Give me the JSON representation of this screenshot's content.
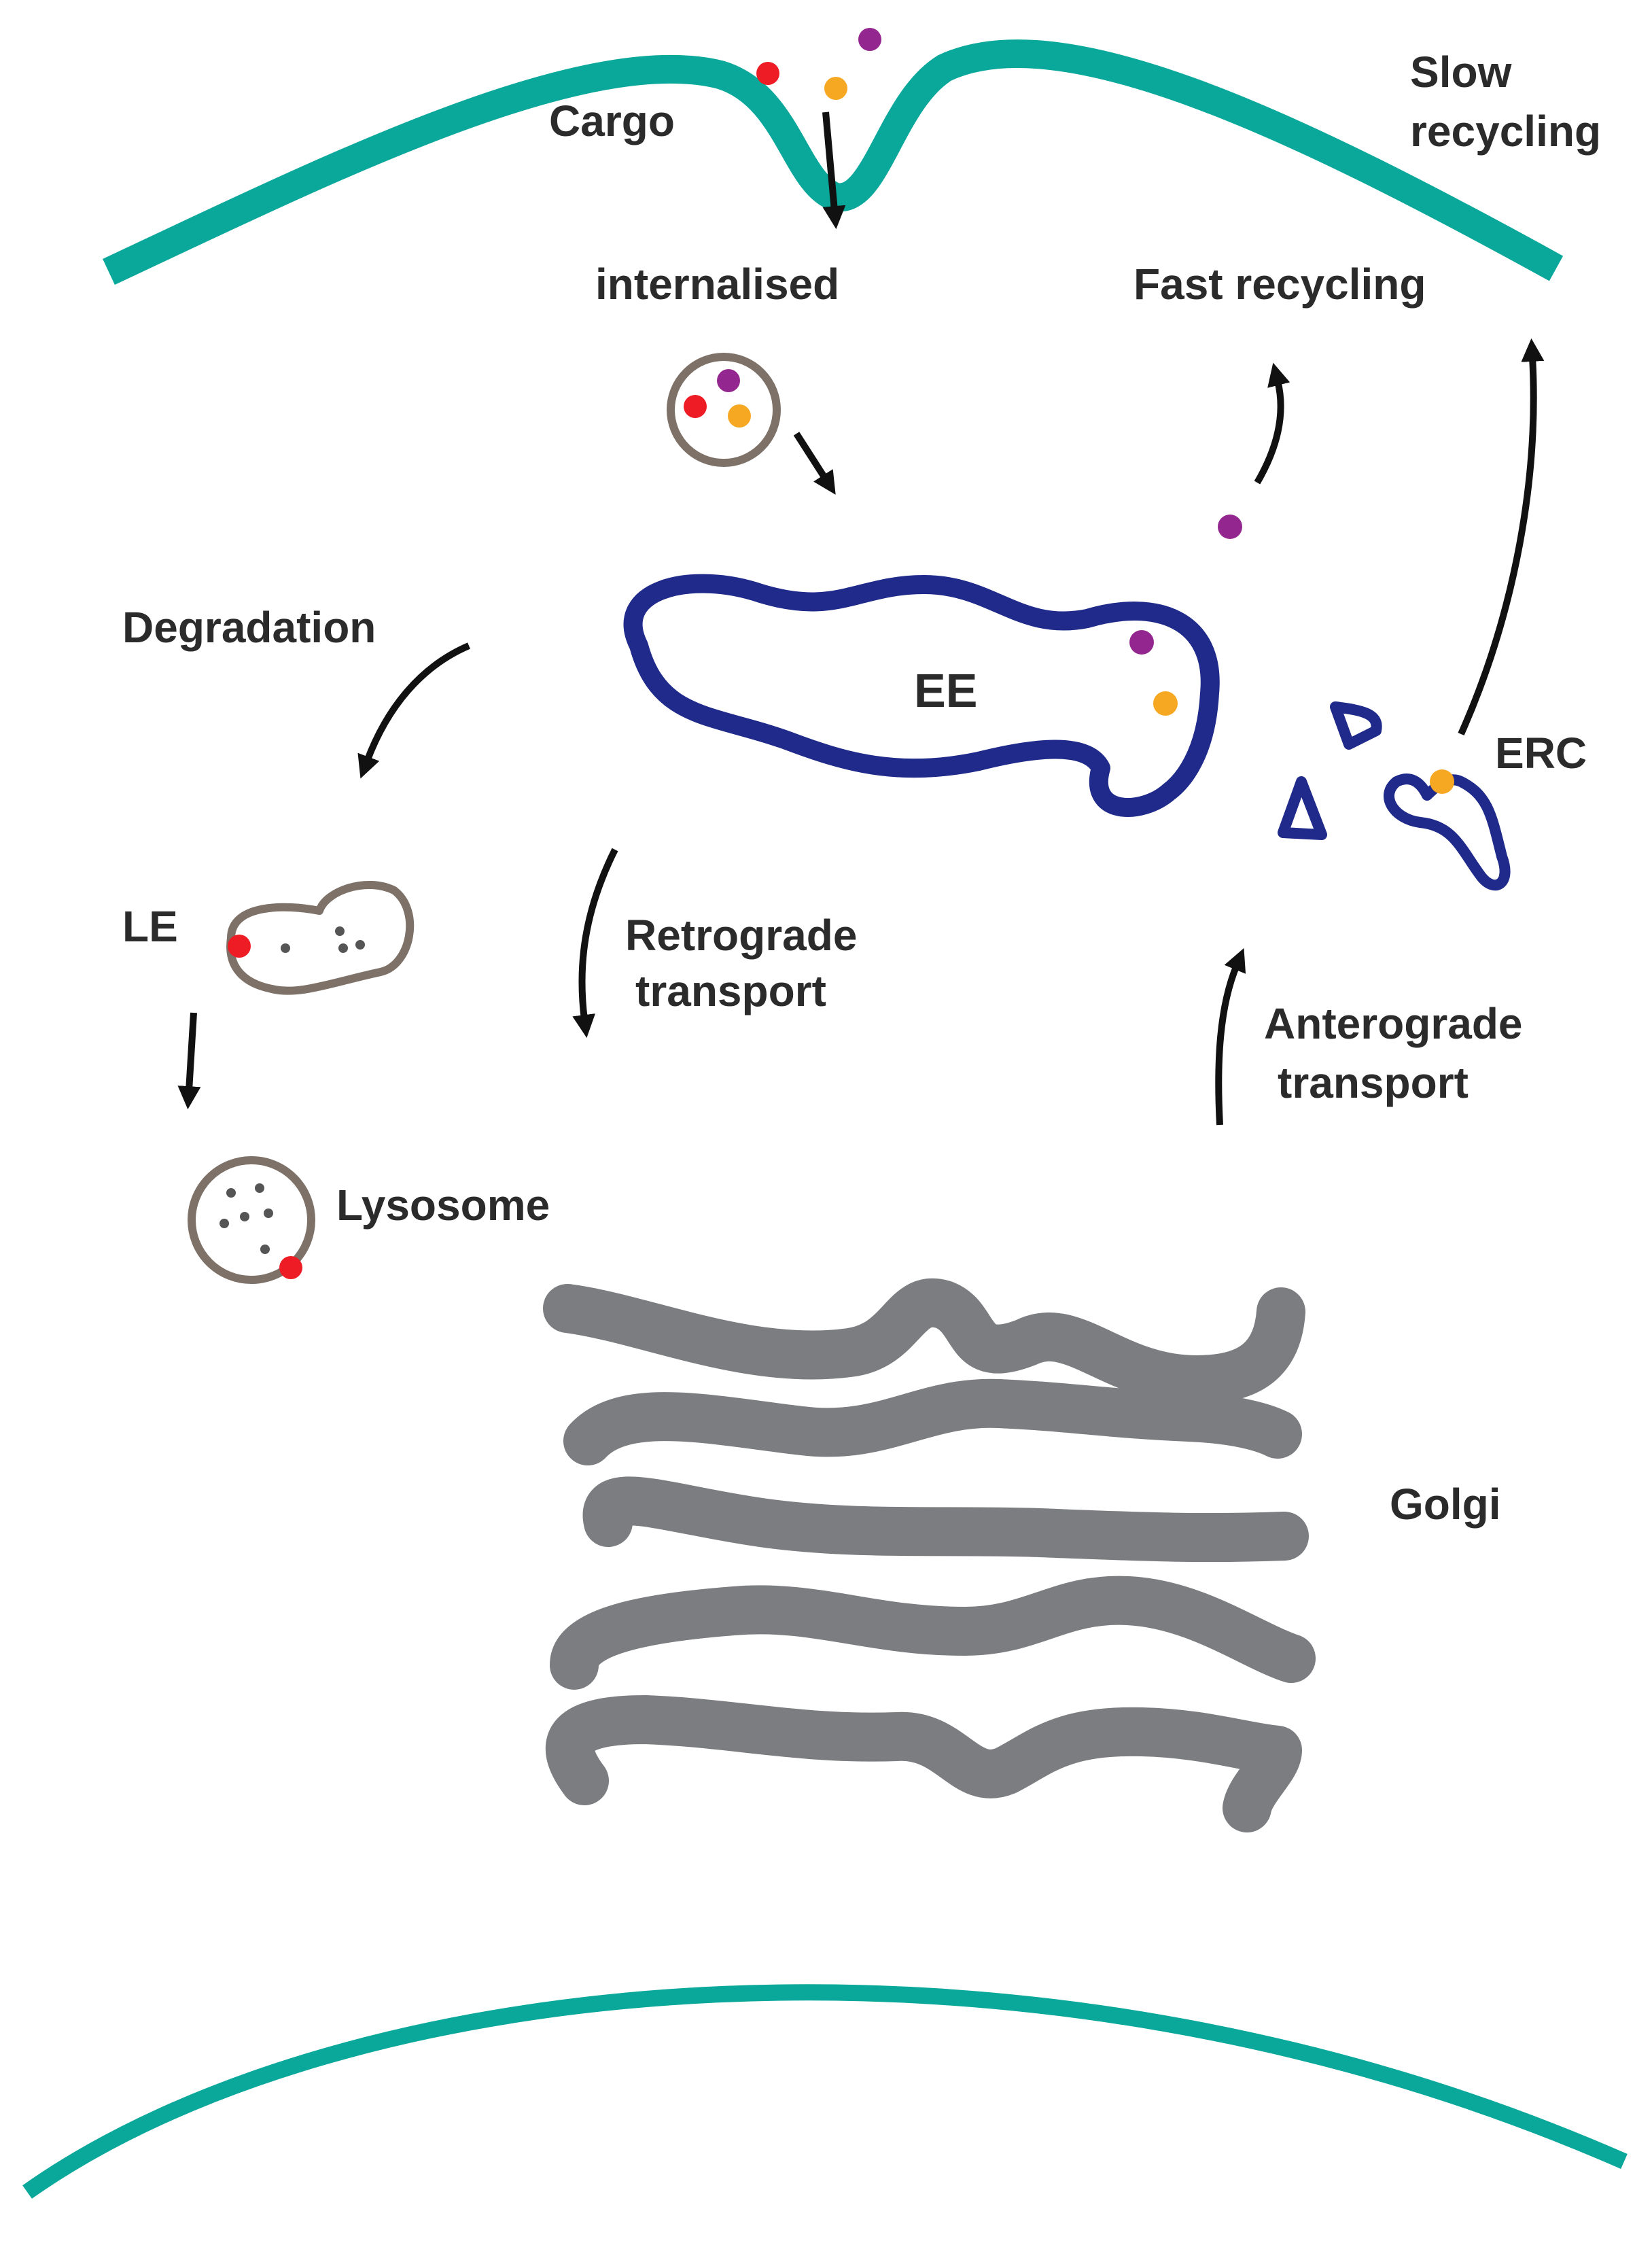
{
  "labels": {
    "cargo": "Cargo",
    "slow_recycling_line1": "Slow",
    "slow_recycling_line2": "recycling",
    "internalised": "internalised",
    "fast_recycling": "Fast recycling",
    "degradation": "Degradation",
    "ee": "EE",
    "erc": "ERC",
    "le": "LE",
    "retrograde_line1": "Retrograde",
    "retrograde_line2": "transport",
    "anterograde_line1": "Anterograde",
    "anterograde_line2": "transport",
    "lysosome": "Lysosome",
    "golgi": "Golgi"
  },
  "colors": {
    "membrane": "#0aa89a",
    "endosome": "#1f2a8a",
    "vesicle": "#7d7168",
    "golgi": "#7b7d80",
    "arrow": "#111111",
    "cargo_red": "#ee1c24",
    "cargo_purple": "#93278f",
    "cargo_orange": "#f7a823",
    "speck": "#555555"
  }
}
